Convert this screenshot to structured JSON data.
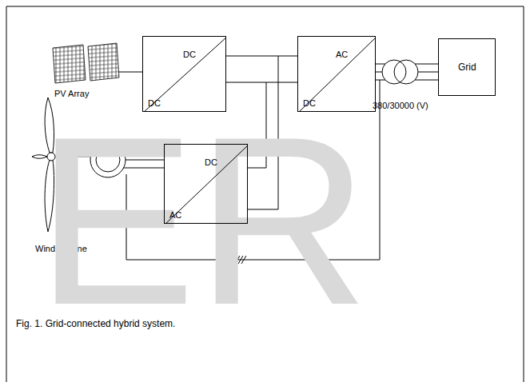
{
  "diagram": {
    "caption": "Fig. 1. Grid-connected hybrid system.",
    "nodes": [
      {
        "text": [
          "DC",
          "DC"
        ]
      },
      {
        "text": [
          "AC",
          "DC"
        ]
      },
      {
        "text": [
          "Grid"
        ]
      },
      {
        "text": [
          "DC",
          "AC"
        ]
      }
    ],
    "edges": [
      {
        "from": 0,
        "to": 1,
        "arrow": "none"
      },
      {
        "from": 3,
        "to": 1,
        "arrow": "none"
      },
      {
        "from": 1,
        "to": 2,
        "arrow": "none"
      }
    ],
    "labels": [
      "PV Array",
      "380/30000 (V)",
      "Wind Turbine",
      "ER"
    ]
  }
}
